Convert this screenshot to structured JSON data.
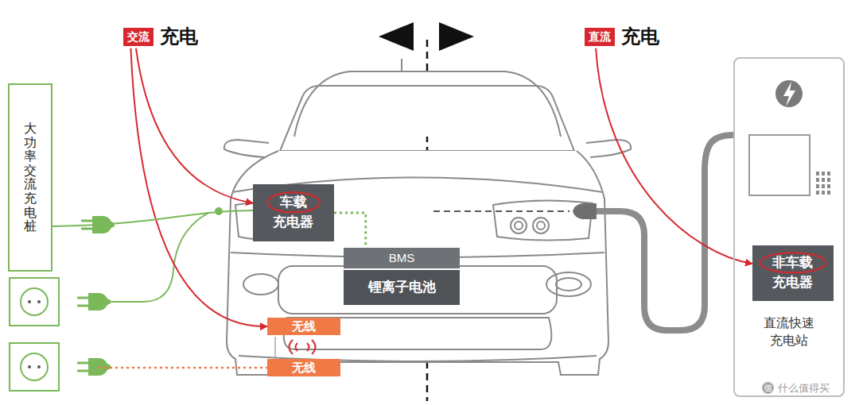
{
  "diagram": {
    "nodes": [
      {
        "text": [
          "交流",
          "充电"
        ]
      },
      {
        "text": [
          "直流",
          "充电"
        ]
      },
      {
        "text": [
          "大功率交流充电桩"
        ]
      },
      {
        "text": [
          "车载 充电器"
        ]
      },
      {
        "text": [
          "BMS",
          "锂离子电池"
        ]
      },
      {
        "text": [
          "无线"
        ]
      },
      {
        "text": [
          "无线"
        ]
      },
      {
        "text": [
          "直流快速 充电站"
        ]
      },
      {
        "text": [
          "非车载 充电器"
        ],
        "in": 7
      }
    ],
    "edges": [
      {
        "from": 0,
        "to": 3,
        "arrow": "to"
      },
      {
        "from": 0,
        "to": 5,
        "arrow": "to"
      },
      {
        "from": 1,
        "to": 8,
        "arrow": "to"
      },
      {
        "from": 2,
        "to": 3,
        "arrow": "none"
      },
      {
        "from": 3,
        "to": 4,
        "arrow": "none"
      }
    ],
    "labels": [
      "值",
      "什么值得买"
    ]
  }
}
